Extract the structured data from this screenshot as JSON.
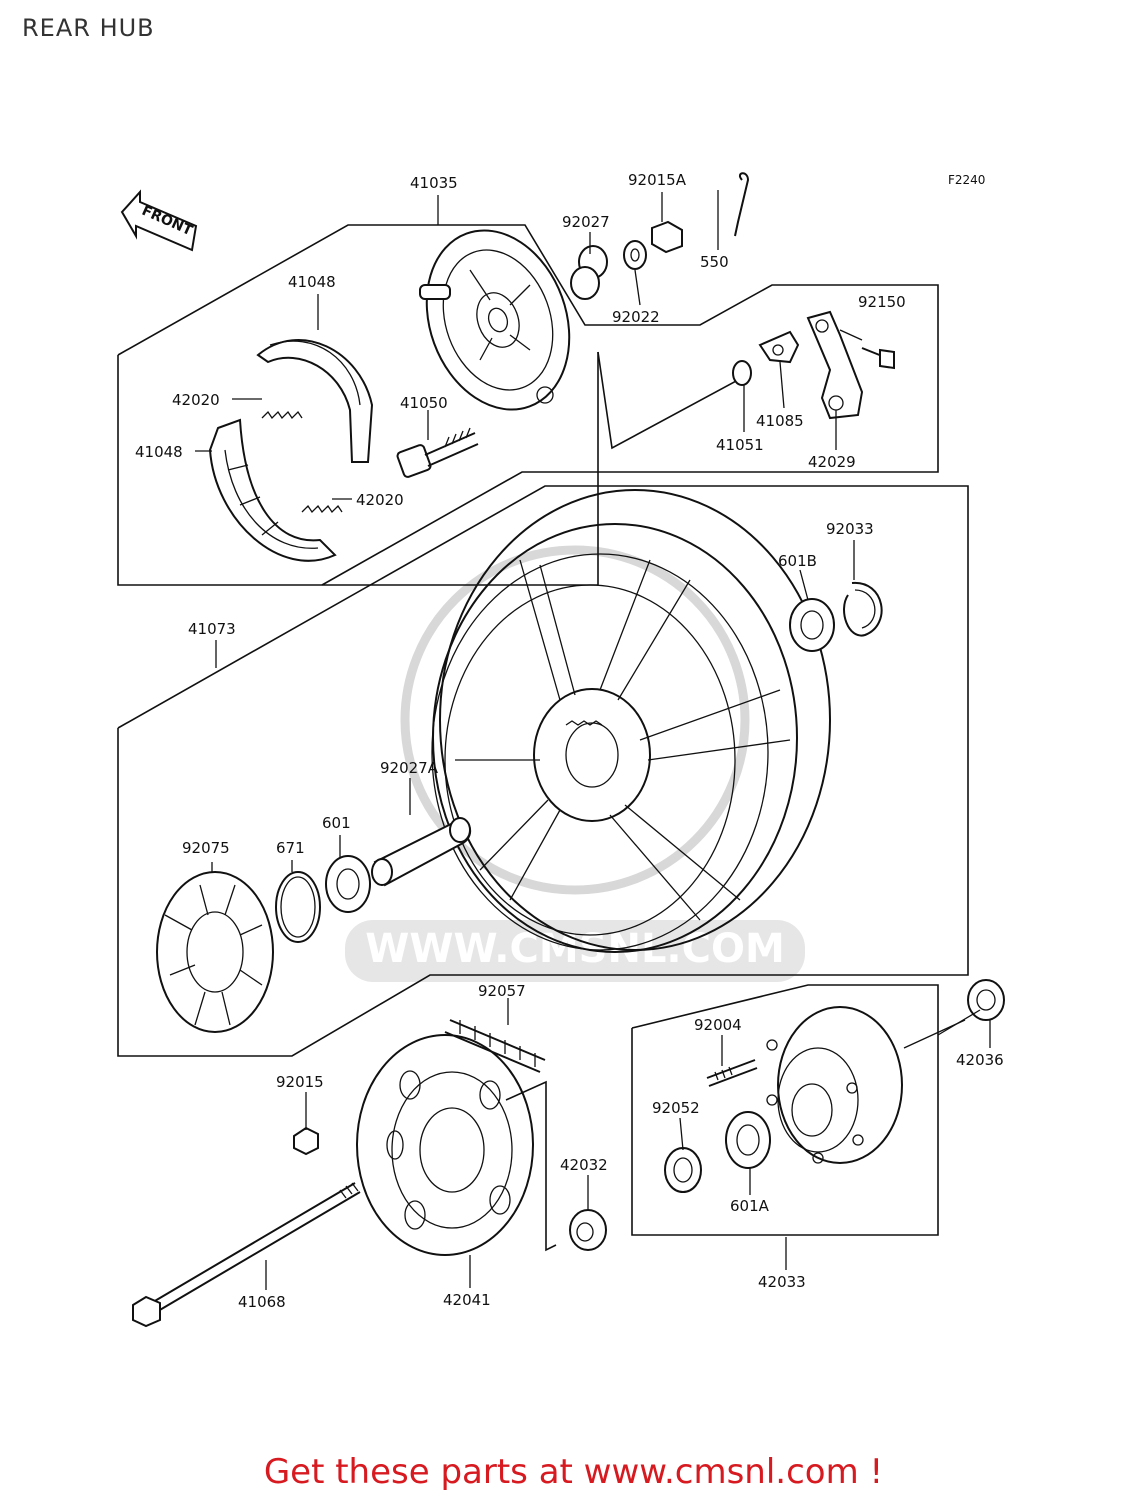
{
  "title": "REAR HUB",
  "figure_code": "F2240",
  "front_label": "FRONT",
  "watermark_text": "WWW.CMSNL.COM",
  "footer_text": "Get these parts at www.cmsnl.com !",
  "colors": {
    "footer": "#d71920",
    "line": "#111111",
    "watermark": "#d8d8d8"
  },
  "parts": {
    "p41035": "41035",
    "p92015A": "92015A",
    "p550": "550",
    "p92027": "92027",
    "p92022": "92022",
    "p41048a": "41048",
    "p41048b": "41048",
    "p42020a": "42020",
    "p42020b": "42020",
    "p41050": "41050",
    "p92150": "92150",
    "p41051": "41051",
    "p41085": "41085",
    "p42029": "42029",
    "p41073": "41073",
    "p92033": "92033",
    "p601B": "601B",
    "p92075": "92075",
    "p671": "671",
    "p601": "601",
    "p92027A": "92027A",
    "p92057": "92057",
    "p92004": "92004",
    "p42036": "42036",
    "p92015": "92015",
    "p92052": "92052",
    "p601A": "601A",
    "p42032": "42032",
    "p41068": "41068",
    "p42041": "42041",
    "p42033": "42033"
  }
}
